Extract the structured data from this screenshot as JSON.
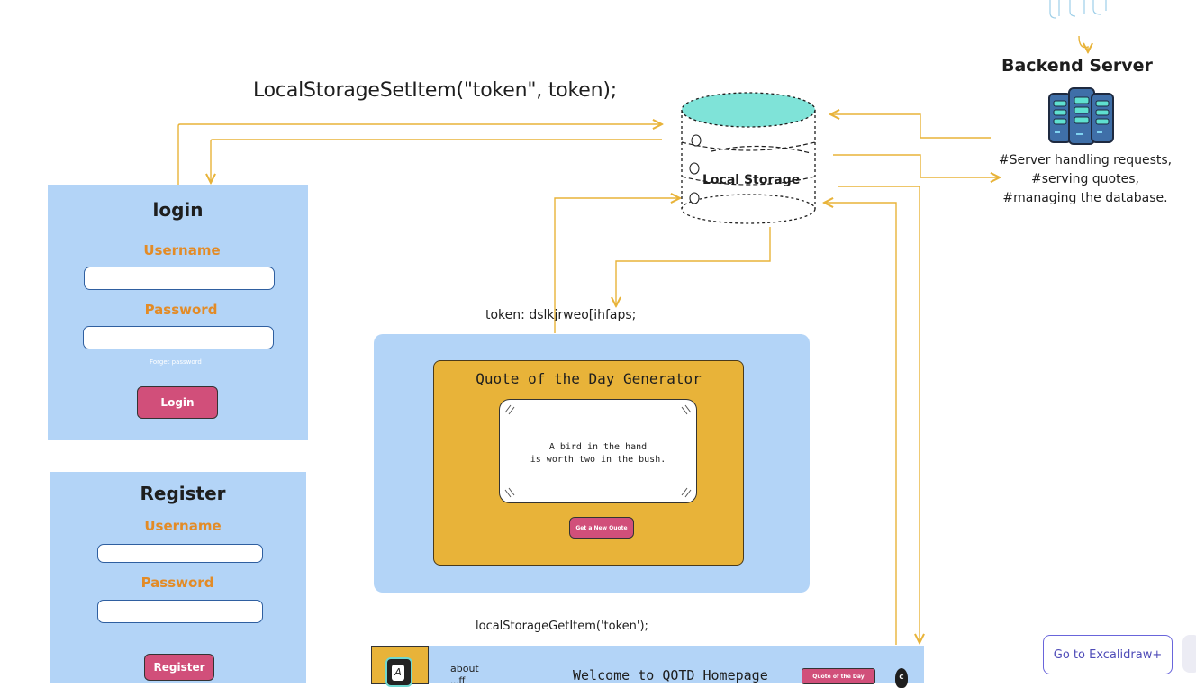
{
  "code": {
    "set_item": "LocalStorageSetItem(\"token\", token);",
    "token_value": "token: dslkjrweo[ihfaps;",
    "get_item": "localStorageGetItem('token');"
  },
  "storage": {
    "label": "Local Storage"
  },
  "server": {
    "title": "Backend Server",
    "notes": [
      "#Server handling requests,",
      "#serving quotes,",
      "#managing the database."
    ]
  },
  "login": {
    "title": "login",
    "username_label": "Username",
    "password_label": "Password",
    "forgot": "Forget password",
    "button": "Login"
  },
  "register": {
    "title": "Register",
    "username_label": "Username",
    "password_label": "Password",
    "button": "Register"
  },
  "quote_app": {
    "title": "Quote of the Day Generator",
    "quote_line1": "A bird in the hand",
    "quote_line2": "is worth two in the bush.",
    "button": "Get a New Quote"
  },
  "homepage": {
    "logo_letter": "A",
    "nav_about": "about",
    "nav_partial": "...ff",
    "welcome": "Welcome to QOTD Homepage",
    "qotd_button": "Quote of the Day",
    "avatar_letter": "C"
  },
  "excalidraw": {
    "cta": "Go to Excalidraw+"
  },
  "colors": {
    "arrow": "#e8b339",
    "panel": "#b3d4f7",
    "quote_card": "#e8b339",
    "pink": "#d14f7a",
    "db_top": "#7fe3d8",
    "label_orange": "#e38b26"
  }
}
